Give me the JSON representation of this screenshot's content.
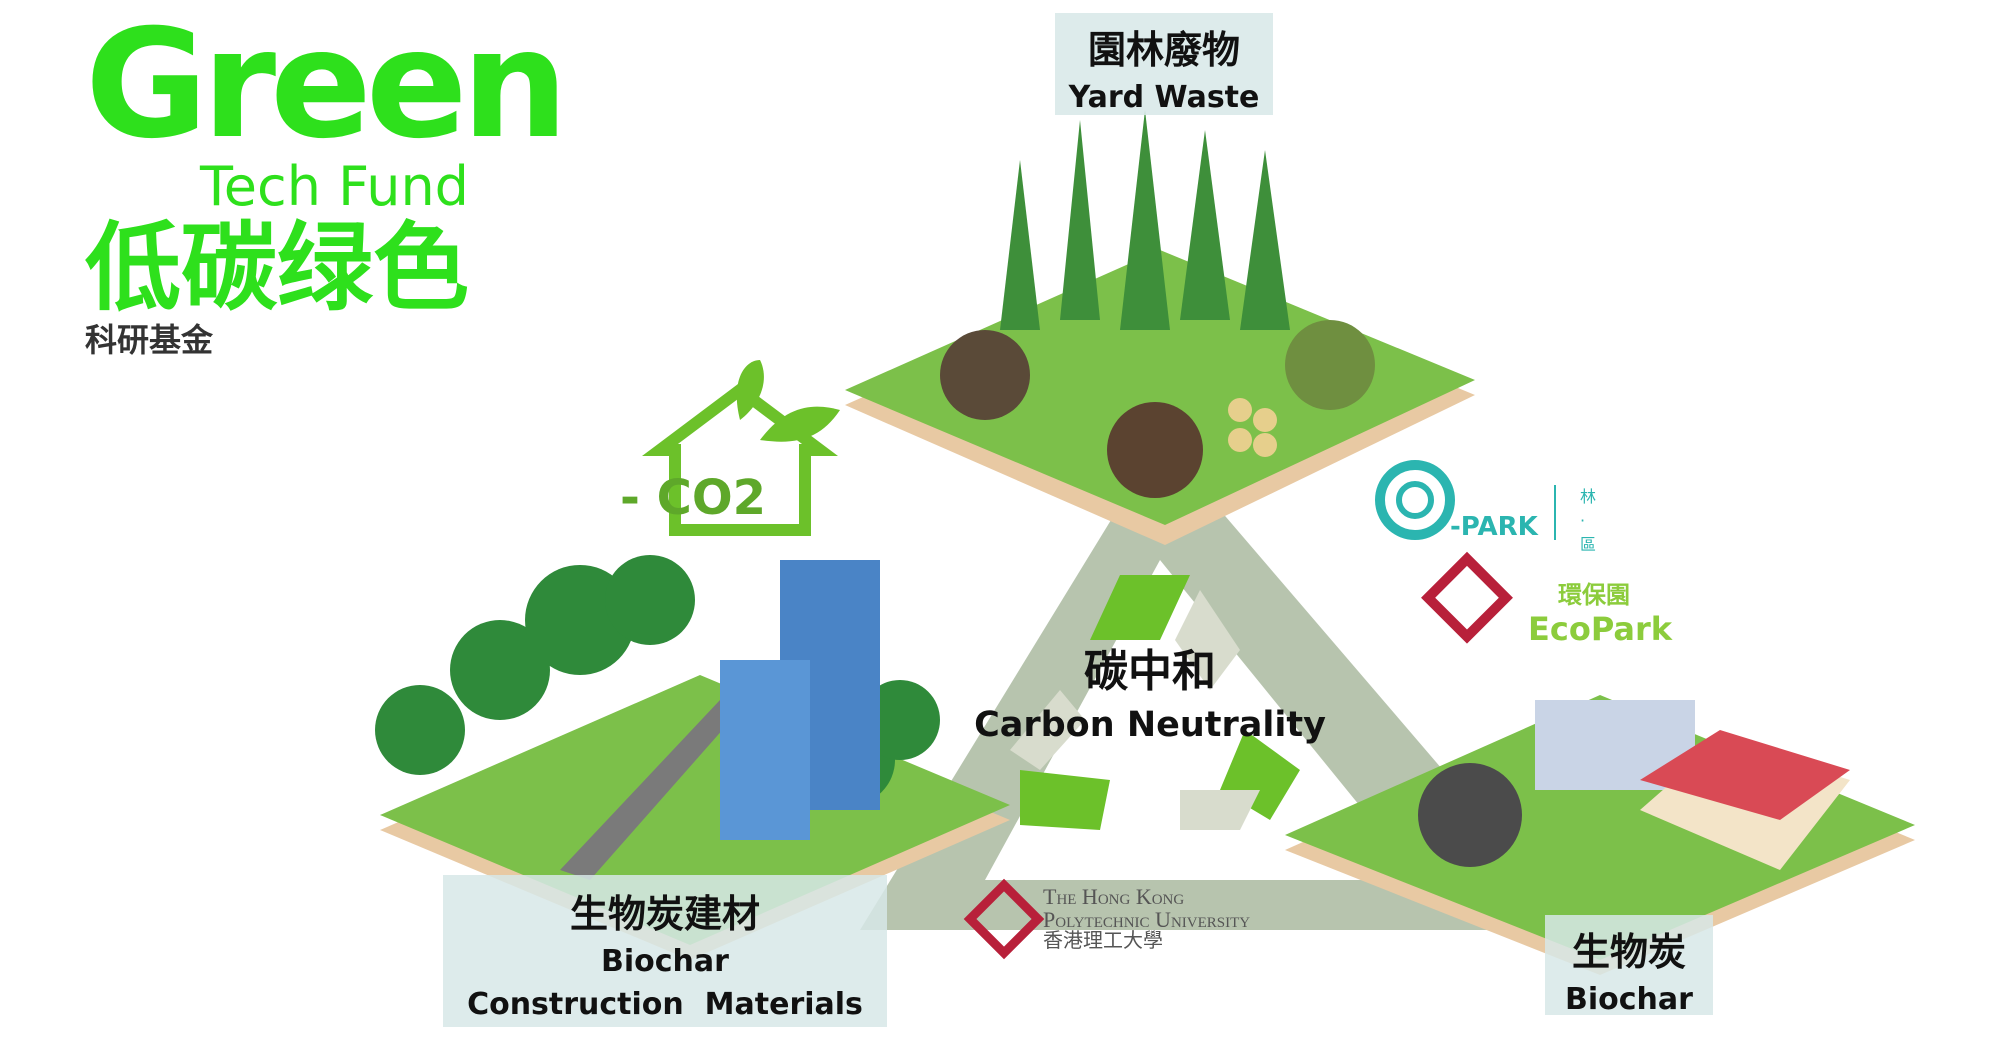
{
  "logo": {
    "line1": "Green",
    "line2": "Tech Fund",
    "line3": "低碳绿色",
    "line4": "科研基金"
  },
  "yard_waste": {
    "zh": "園林廢物",
    "en": "Yard Waste"
  },
  "biochar_materials": {
    "zh": "生物炭建材",
    "en_line1": "Biochar",
    "en_line2": "Construction  Materials"
  },
  "biochar": {
    "zh": "生物炭",
    "en": "Biochar"
  },
  "center": {
    "zh": "碳中和",
    "en": "Carbon Neutrality"
  },
  "co2_label": "- CO2",
  "partners": {
    "qpark": {
      "name": "-PARK",
      "zh": "林·區"
    },
    "ecopark": {
      "zh": "環保園",
      "en": "EcoPark"
    },
    "polyu": {
      "line1": "The Hong Kong",
      "line2": "Polytechnic University",
      "zh": "香港理工大學"
    }
  },
  "colors": {
    "green": "#2ee01c",
    "platform": "#7cc04a",
    "band": "#b7c4ae",
    "qpark": "#2bb5b0",
    "polyu_red": "#b8203a",
    "ecopark": "#8ccc3c"
  }
}
